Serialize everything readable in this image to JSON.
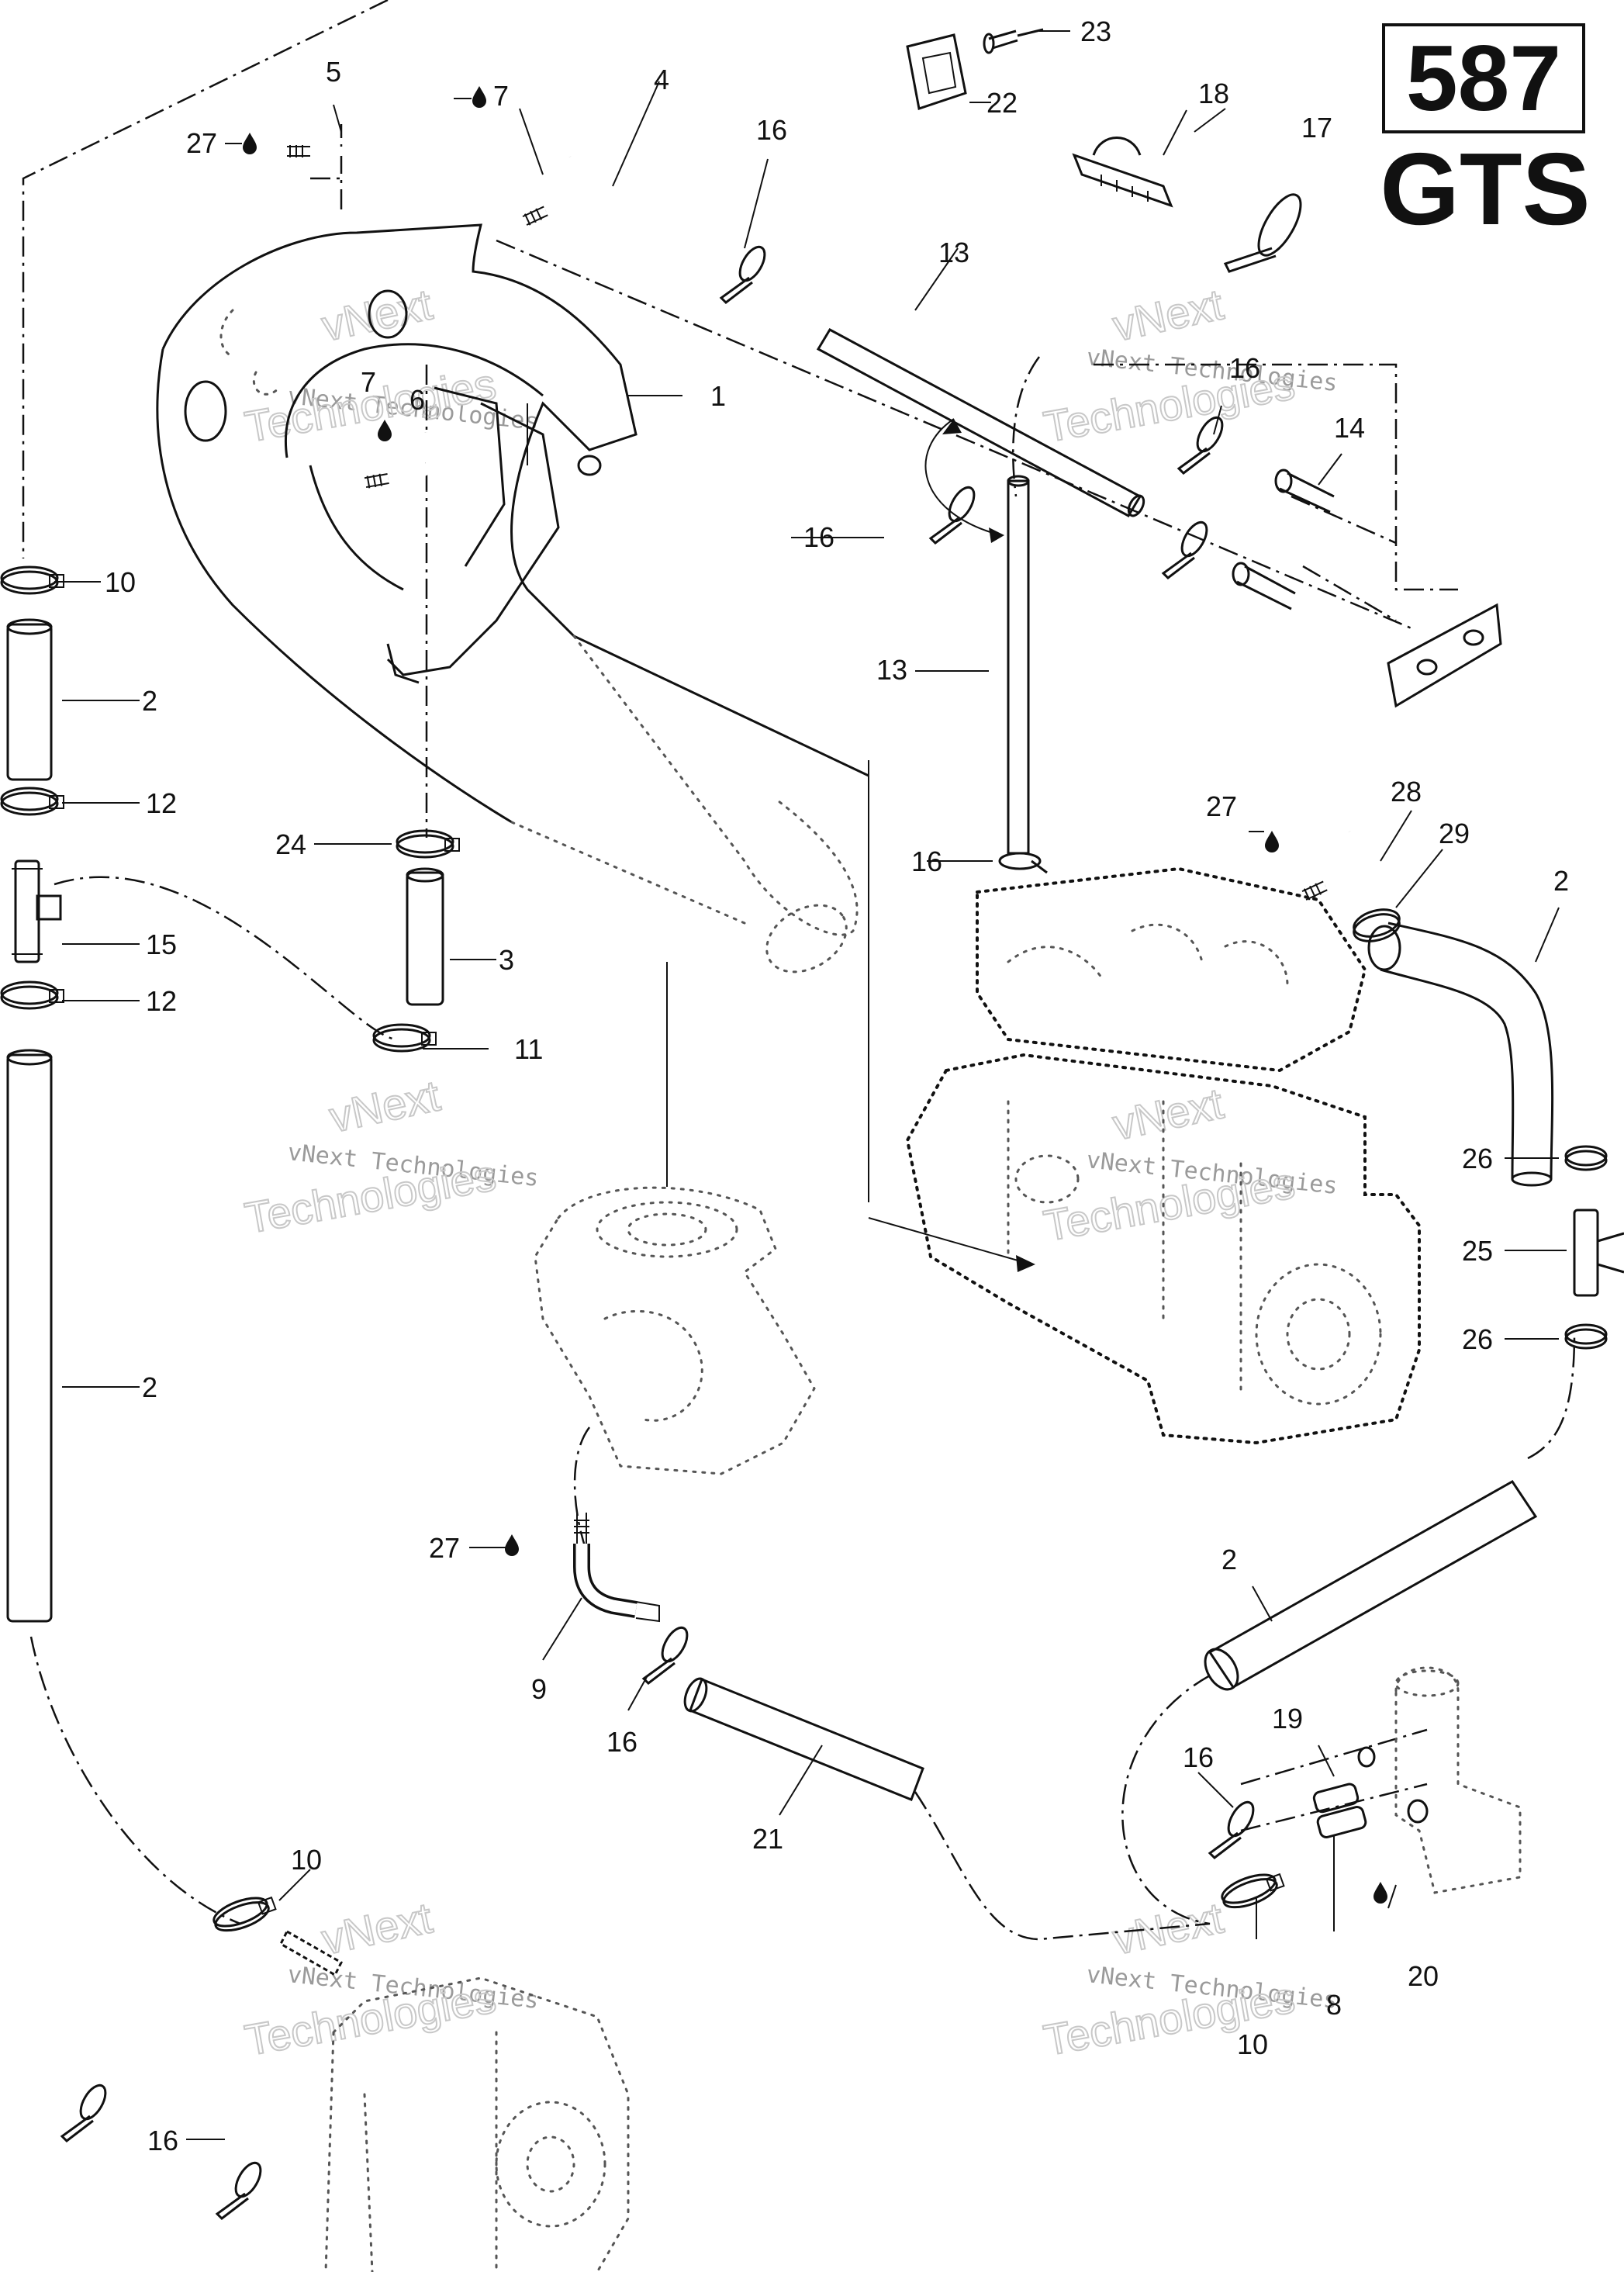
{
  "badge": {
    "model_number": "587",
    "model_name": "GTS"
  },
  "watermark": {
    "line1": "vNext",
    "line2": "vNext Technologies",
    "line3": "Technologies"
  },
  "callouts": [
    {
      "id": "c1",
      "label": "1"
    },
    {
      "id": "c2a",
      "label": "2"
    },
    {
      "id": "c2b",
      "label": "2"
    },
    {
      "id": "c2c",
      "label": "2"
    },
    {
      "id": "c2d",
      "label": "2"
    },
    {
      "id": "c3",
      "label": "3"
    },
    {
      "id": "c4",
      "label": "4"
    },
    {
      "id": "c5",
      "label": "5"
    },
    {
      "id": "c6",
      "label": "6"
    },
    {
      "id": "c7a",
      "label": "7"
    },
    {
      "id": "c7b",
      "label": "7"
    },
    {
      "id": "c8",
      "label": "8"
    },
    {
      "id": "c9",
      "label": "9"
    },
    {
      "id": "c10a",
      "label": "10"
    },
    {
      "id": "c10b",
      "label": "10"
    },
    {
      "id": "c10c",
      "label": "10"
    },
    {
      "id": "c11",
      "label": "11"
    },
    {
      "id": "c12a",
      "label": "12"
    },
    {
      "id": "c12b",
      "label": "12"
    },
    {
      "id": "c13a",
      "label": "13"
    },
    {
      "id": "c13b",
      "label": "13"
    },
    {
      "id": "c14",
      "label": "14"
    },
    {
      "id": "c15",
      "label": "15"
    },
    {
      "id": "c16a",
      "label": "16"
    },
    {
      "id": "c16b",
      "label": "16"
    },
    {
      "id": "c16c",
      "label": "16"
    },
    {
      "id": "c16d",
      "label": "16"
    },
    {
      "id": "c16e",
      "label": "16"
    },
    {
      "id": "c16f",
      "label": "16"
    },
    {
      "id": "c16g",
      "label": "16"
    },
    {
      "id": "c17",
      "label": "17"
    },
    {
      "id": "c18",
      "label": "18"
    },
    {
      "id": "c19",
      "label": "19"
    },
    {
      "id": "c20",
      "label": "20"
    },
    {
      "id": "c21",
      "label": "21"
    },
    {
      "id": "c22",
      "label": "22"
    },
    {
      "id": "c23",
      "label": "23"
    },
    {
      "id": "c24",
      "label": "24"
    },
    {
      "id": "c25",
      "label": "25"
    },
    {
      "id": "c26a",
      "label": "26"
    },
    {
      "id": "c26b",
      "label": "26"
    },
    {
      "id": "c27a",
      "label": "27"
    },
    {
      "id": "c27b",
      "label": "27"
    },
    {
      "id": "c27c",
      "label": "27"
    },
    {
      "id": "c28",
      "label": "28"
    },
    {
      "id": "c29",
      "label": "29"
    }
  ]
}
